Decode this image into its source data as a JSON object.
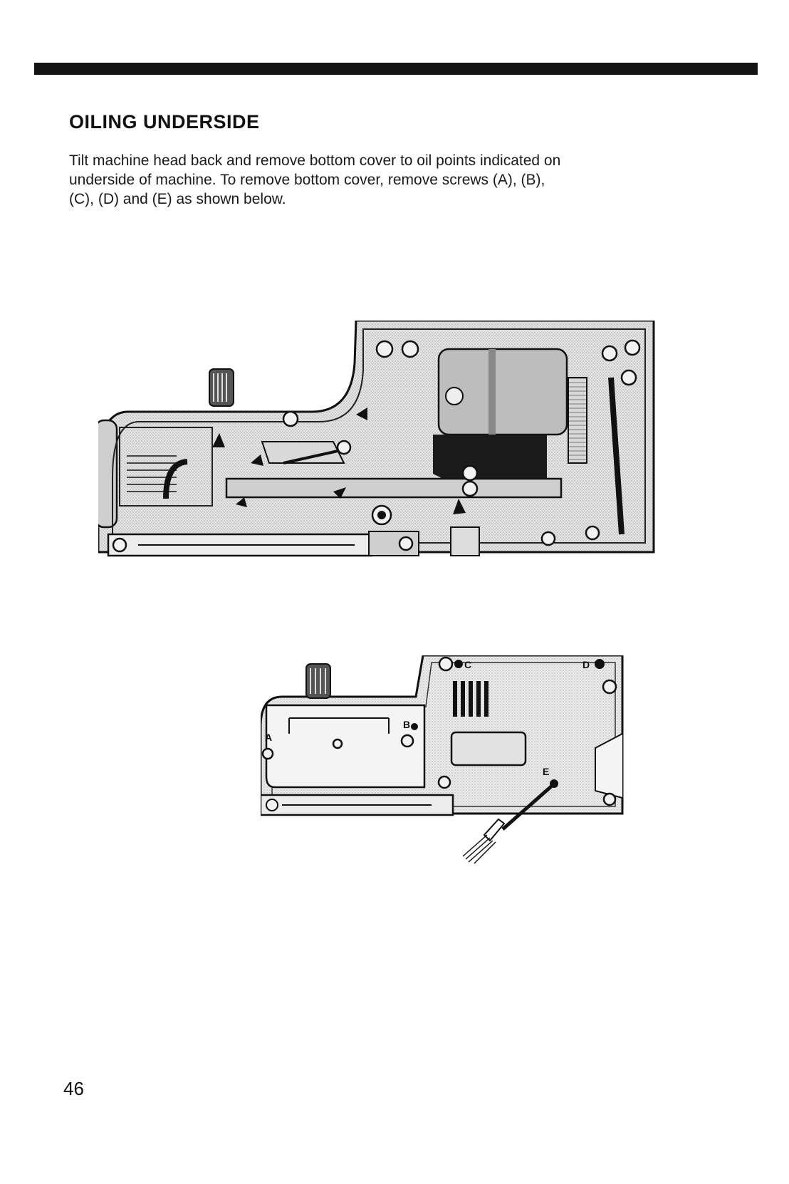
{
  "page": {
    "heading": "OILING UNDERSIDE",
    "intro_lines": [
      "Tilt machine head back and remove bottom cover to oil points indicated on",
      "underside of machine.  To remove bottom cover, remove screws (A), (B),",
      "(C), (D) and (E) as shown below."
    ],
    "page_number": "46"
  },
  "figure_bottom": {
    "screw_labels": {
      "a": "A",
      "b": "B",
      "c": "C",
      "d": "D",
      "e": "E"
    }
  }
}
